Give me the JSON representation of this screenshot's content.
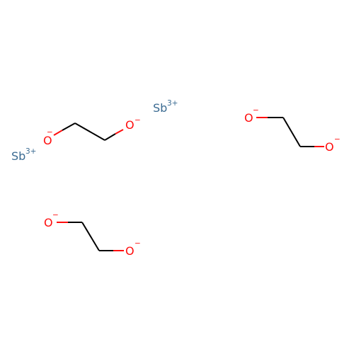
{
  "colors": {
    "background": "#ffffff",
    "bond": "#000000",
    "oxygen": "#ff0d0d",
    "antimony": "#3b6b92"
  },
  "atoms": {
    "sb_top": {
      "element": "Sb",
      "charge": "3+"
    },
    "sb_left": {
      "element": "Sb",
      "charge": "3+"
    },
    "o1": {
      "element": "O",
      "charge": "−"
    },
    "o2": {
      "element": "O",
      "charge": "−"
    },
    "o3": {
      "element": "O",
      "charge": "−"
    },
    "o4": {
      "element": "O",
      "charge": "−"
    },
    "o5": {
      "element": "O",
      "charge": "−"
    },
    "o6": {
      "element": "O",
      "charge": "−"
    }
  }
}
